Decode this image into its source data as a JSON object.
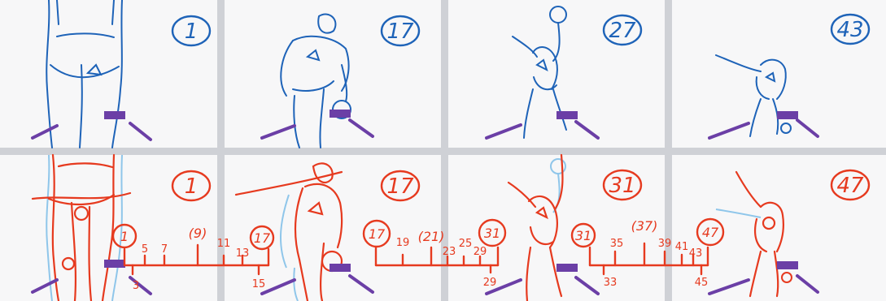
{
  "colors": {
    "blue": "#1e63b8",
    "light_blue": "#8fc6ea",
    "red": "#e63a1f",
    "purple": "#6b3fa6",
    "gutter": "#c7c9ce",
    "panel": "#f7f7f8"
  },
  "top_row": {
    "frames": [
      "1",
      "17",
      "27",
      "43"
    ]
  },
  "bottom_row": {
    "frames": [
      "1",
      "17",
      "31",
      "47"
    ]
  },
  "timelines": [
    {
      "start": "1",
      "end": "17",
      "above": [
        "5",
        "7",
        "(9)",
        "11",
        "13"
      ],
      "below": [
        "3",
        "15"
      ]
    },
    {
      "start": "17",
      "end": "31",
      "above": [
        "19",
        "(21)",
        "23",
        "25",
        "29"
      ],
      "below": [
        "29"
      ]
    },
    {
      "start": "31",
      "end": "47",
      "above": [
        "35",
        "(37)",
        "39",
        "41",
        "43"
      ],
      "below": [
        "33",
        "45"
      ]
    }
  ]
}
